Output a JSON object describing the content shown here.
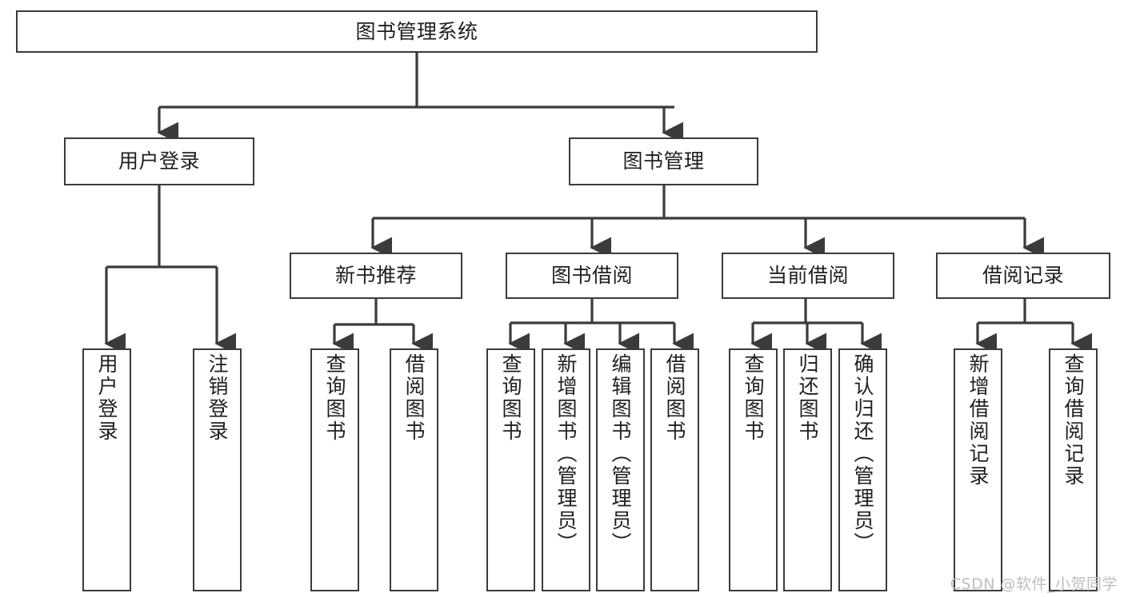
{
  "diagram": {
    "title": "图书管理系统",
    "type": "tree-hierarchy-chart",
    "colors": {
      "node_border": "#3b3b3b",
      "node_fill": "#ffffff",
      "edge": "#3b3b3b",
      "text": "#1f1f1f",
      "watermark": "#bdbdbd",
      "background": "#ffffff"
    },
    "root": {
      "id": "root",
      "label": "图书管理系统"
    },
    "level2": [
      {
        "id": "user-login",
        "label": "用户登录"
      },
      {
        "id": "book-manage",
        "label": "图书管理"
      }
    ],
    "level3": [
      {
        "id": "new-book-rec",
        "label": "新书推荐"
      },
      {
        "id": "book-borrow",
        "label": "图书借阅"
      },
      {
        "id": "current-borrow",
        "label": "当前借阅"
      },
      {
        "id": "borrow-record",
        "label": "借阅记录"
      }
    ],
    "leaves": {
      "user_login": [
        {
          "id": "leaf-user-login",
          "label": "用户登录"
        },
        {
          "id": "leaf-user-logout",
          "label": "注销登录"
        }
      ],
      "new_book_rec": [
        {
          "id": "leaf-query-book-1",
          "label": "查询图书"
        },
        {
          "id": "leaf-borrow-book-1",
          "label": "借阅图书"
        }
      ],
      "book_borrow": [
        {
          "id": "leaf-query-book-2",
          "label": "查询图书"
        },
        {
          "id": "leaf-add-book",
          "label": "新增图书（管理员）"
        },
        {
          "id": "leaf-edit-book",
          "label": "编辑图书（管理员）"
        },
        {
          "id": "leaf-borrow-book-2",
          "label": "借阅图书"
        }
      ],
      "current_borrow": [
        {
          "id": "leaf-query-book-3",
          "label": "查询图书"
        },
        {
          "id": "leaf-return-book",
          "label": "归还图书"
        },
        {
          "id": "leaf-confirm-return",
          "label": "确认归还（管理员）"
        }
      ],
      "borrow_record": [
        {
          "id": "leaf-add-record",
          "label": "新增借阅记录"
        },
        {
          "id": "leaf-query-record",
          "label": "查询借阅记录"
        }
      ]
    },
    "watermark": "CSDN @软件_小贺同学"
  }
}
